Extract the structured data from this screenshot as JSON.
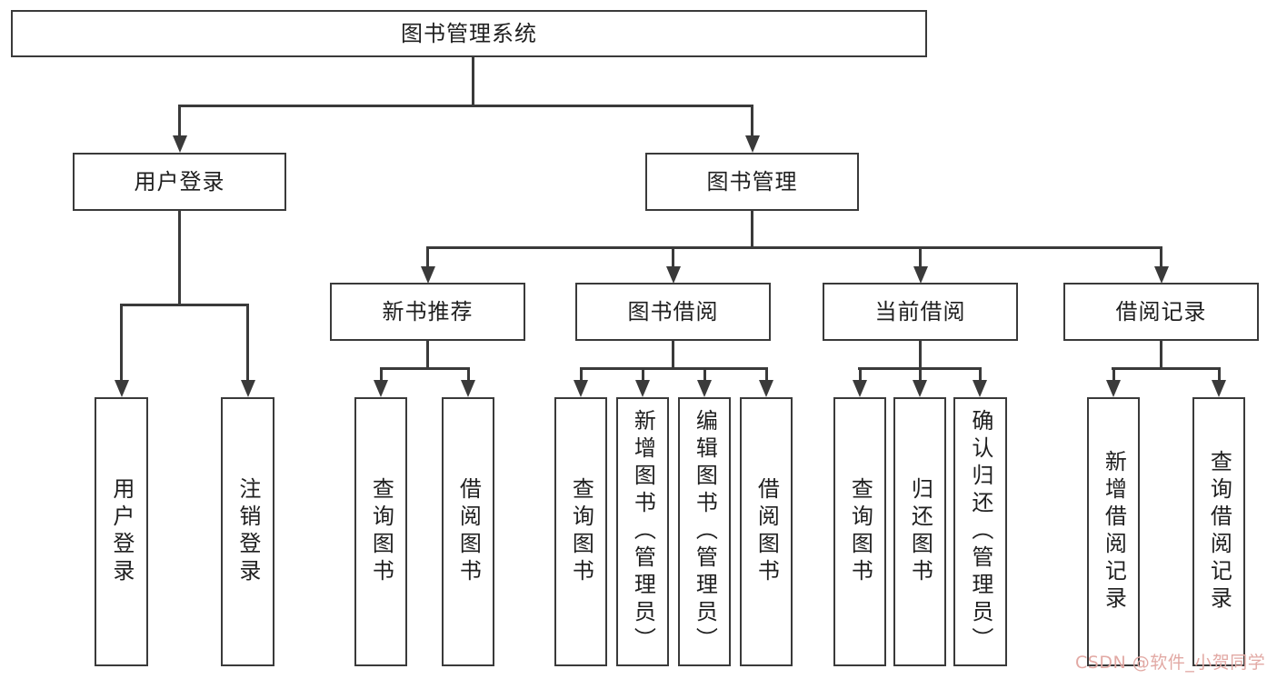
{
  "tree": {
    "root": {
      "label": "图书管理系统"
    },
    "branches": [
      {
        "label": "用户登录",
        "children": [
          {
            "label": "用户登录"
          },
          {
            "label": "注销登录"
          }
        ]
      },
      {
        "label": "图书管理",
        "children": [
          {
            "label": "新书推荐",
            "children": [
              {
                "label": "查询图书"
              },
              {
                "label": "借阅图书"
              }
            ]
          },
          {
            "label": "图书借阅",
            "children": [
              {
                "label": "查询图书"
              },
              {
                "label": "新增图书（管理员）"
              },
              {
                "label": "编辑图书（管理员）"
              },
              {
                "label": "借阅图书"
              }
            ]
          },
          {
            "label": "当前借阅",
            "children": [
              {
                "label": "查询图书"
              },
              {
                "label": "归还图书"
              },
              {
                "label": "确认归还（管理员）"
              }
            ]
          },
          {
            "label": "借阅记录",
            "children": [
              {
                "label": "新增借阅记录"
              },
              {
                "label": "查询借阅记录"
              }
            ]
          }
        ]
      }
    ]
  },
  "watermark": {
    "text": "CSDN @软件_小贺同学"
  },
  "colors": {
    "line": "#3a3a3a",
    "border": "#3a3a3a",
    "text": "#1f1f1f",
    "watermark": "#e2a9a4",
    "bg": "#ffffff"
  }
}
